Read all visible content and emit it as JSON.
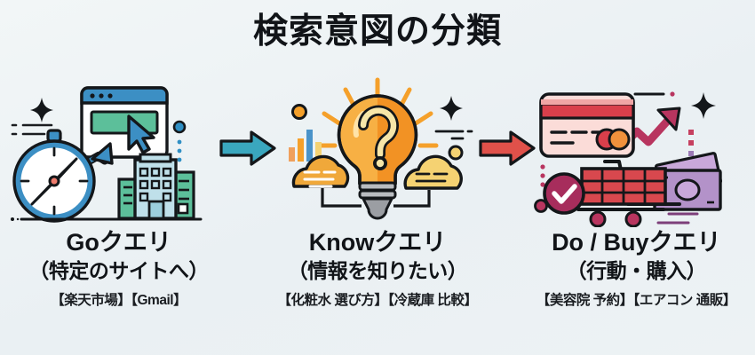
{
  "page": {
    "title": "検索意図の分類",
    "background_color": "#eef3f5",
    "text_color": "#111418"
  },
  "flow": {
    "arrows": [
      {
        "name": "arrow-go-to-know",
        "color": "#3aa7be",
        "direction": "right"
      },
      {
        "name": "arrow-know-to-do",
        "color": "#e0514a",
        "direction": "right"
      }
    ]
  },
  "columns": [
    {
      "id": "go-query",
      "title": "Goクエリ",
      "subtitle": "（特定のサイトへ）",
      "examples": "【楽天市場】【Gmail】",
      "accent_color": "#3c8fc4",
      "secondary_color": "#5cbf9a",
      "icons": [
        "compass-icon",
        "browser-window-icon",
        "cursor-arrow-icon",
        "office-buildings-icon",
        "sparkle-icon",
        "direction-arrow-icon"
      ]
    },
    {
      "id": "know-query",
      "title": "Knowクエリ",
      "subtitle": "（情報を知りたい）",
      "examples": "【化粧水 選び方】【冷蔵庫 比較】",
      "accent_color": "#f5a02a",
      "secondary_color": "#f5d272",
      "icons": [
        "lightbulb-icon",
        "question-mark-icon",
        "cloud-data-left-icon",
        "cloud-data-right-icon",
        "bar-chart-icon",
        "sparkle-icon"
      ]
    },
    {
      "id": "do-buy-query",
      "title": "Do / Buyクエリ",
      "subtitle": "（行動・購入）",
      "examples": "【美容院 予約】【エアコン 通販】",
      "accent_color": "#b8355f",
      "secondary_color": "#9b79b5",
      "icons": [
        "credit-card-icon",
        "shopping-cart-icon",
        "banknotes-icon",
        "check-circle-icon",
        "growth-arrow-icon",
        "sparkle-icon"
      ]
    }
  ]
}
